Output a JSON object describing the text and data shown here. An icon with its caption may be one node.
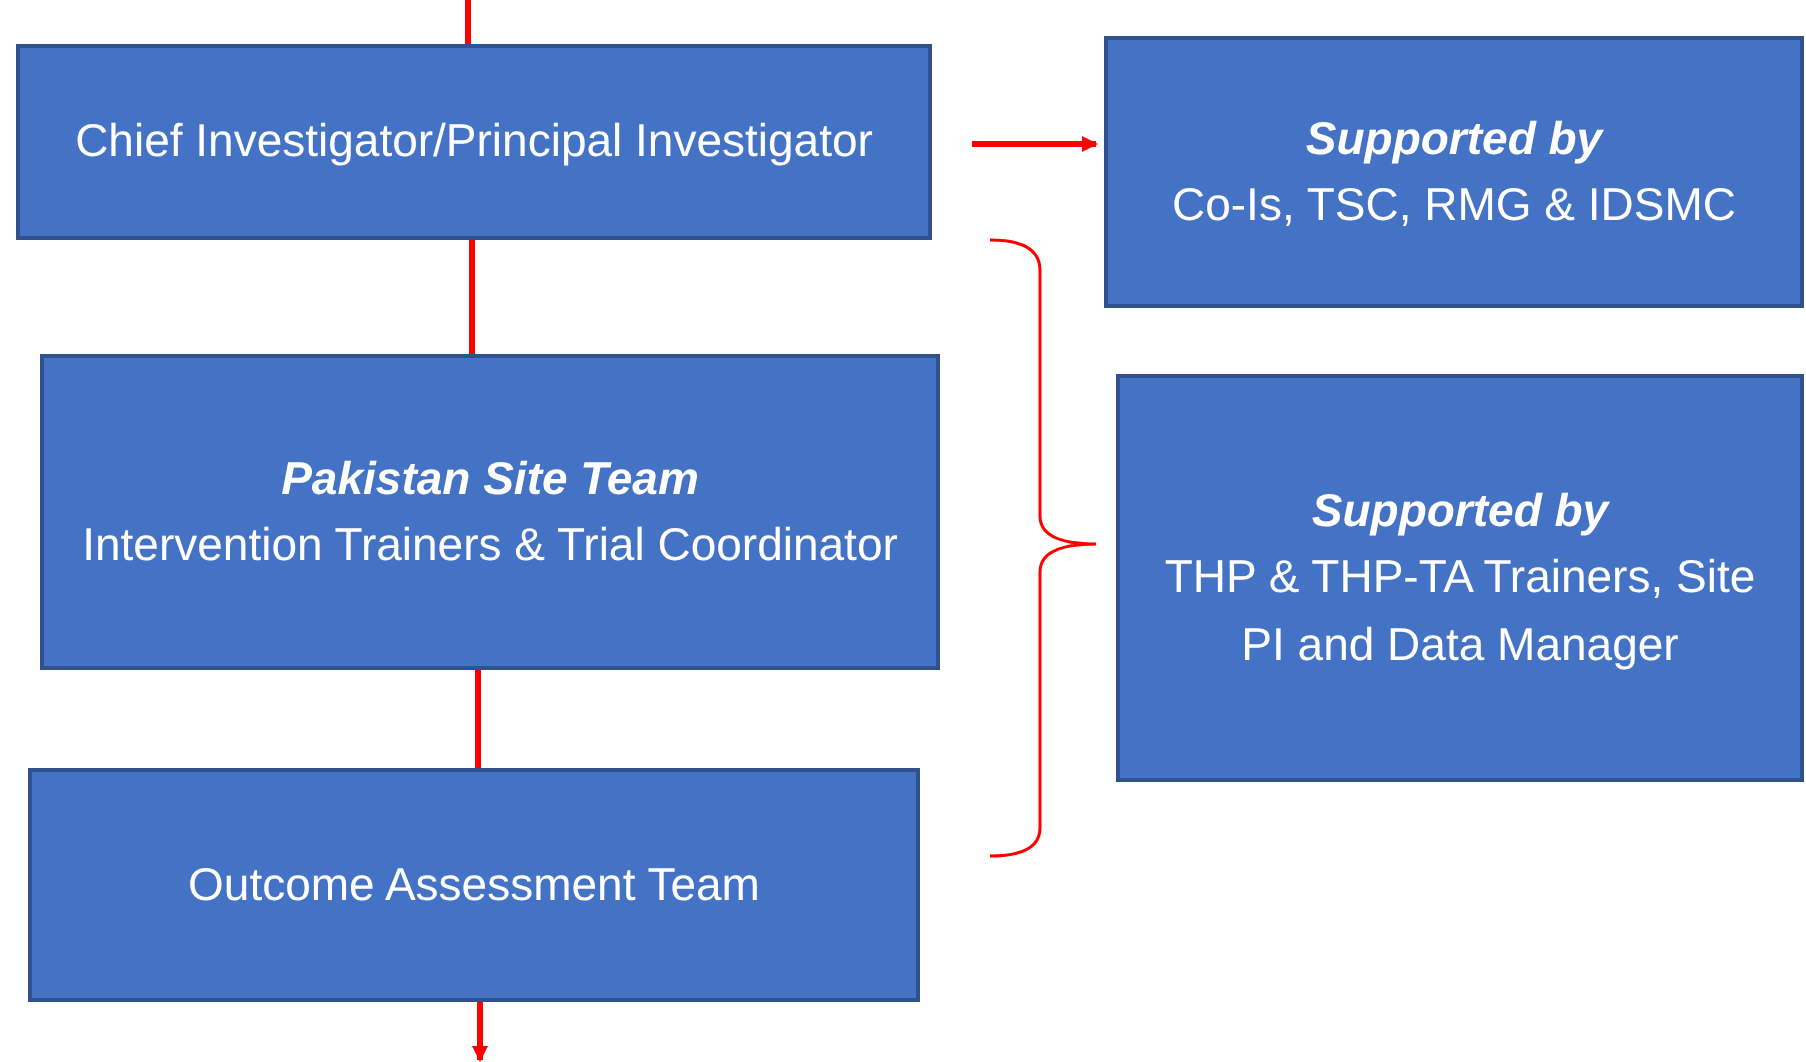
{
  "diagram": {
    "nodes": [
      {
        "text": [
          "Chief Investigator/Principal Investigator"
        ]
      },
      {
        "text": [
          "Supported by",
          "Co-Is, TSC, RMG & IDSMC"
        ]
      },
      {
        "text": [
          "Pakistan Site Team",
          "Intervention Trainers & Trial Coordinator"
        ]
      },
      {
        "text": [
          "Supported by",
          "THP & THP-TA Trainers, Site PI and Data Manager"
        ]
      },
      {
        "text": [
          "Outcome Assessment Team"
        ]
      }
    ],
    "edges": [
      {
        "from": null,
        "to": 0,
        "arrow": "none"
      },
      {
        "from": 0,
        "to": 1,
        "arrow": "to"
      },
      {
        "from": 0,
        "to": 2,
        "arrow": "none"
      },
      {
        "from": 2,
        "to": 4,
        "arrow": "none"
      },
      {
        "from": 4,
        "to": null,
        "arrow": "to"
      }
    ]
  }
}
